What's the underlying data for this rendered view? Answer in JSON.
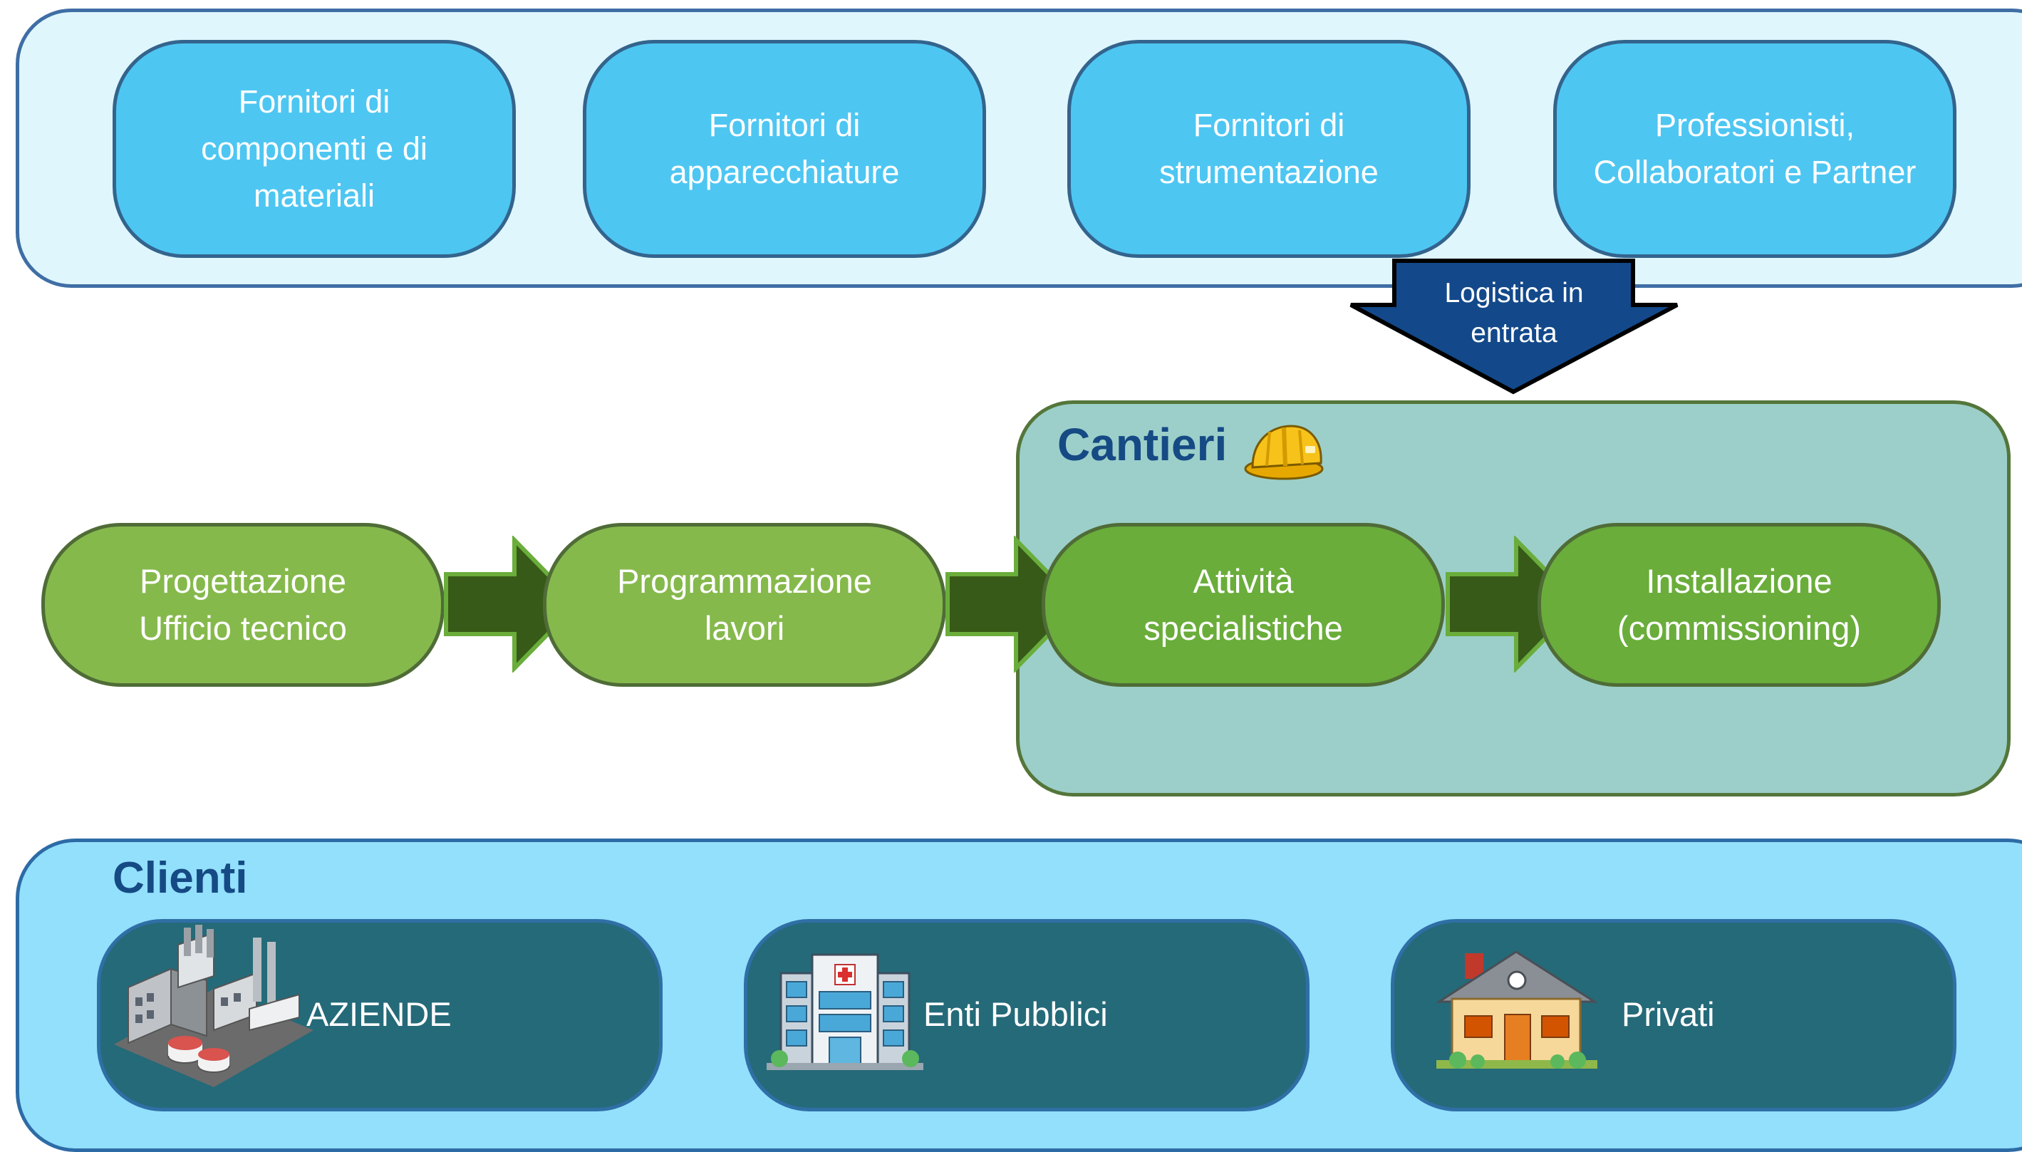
{
  "suppliers": [
    {
      "label": "Fornitori di\ncomponenti e di\nmateriali"
    },
    {
      "label": "Fornitori di\napparecchiature"
    },
    {
      "label": "Fornitori di\nstrumentazione"
    },
    {
      "label": "Professionisti,\nCollaboratori e Partner"
    }
  ],
  "logistics": {
    "label": "Logistica in\nentrata"
  },
  "cantieri": {
    "title": "Cantieri",
    "icon": "hard-hat-icon"
  },
  "process": [
    {
      "label": "Progettazione\nUfficio tecnico"
    },
    {
      "label": "Programmazione\nlavori"
    },
    {
      "label": "Attività\nspecialistiche"
    },
    {
      "label": "Installazione\n(commissioning)"
    }
  ],
  "clients": {
    "title": "Clienti",
    "items": [
      {
        "label": "AZIENDE",
        "icon": "factory-icon"
      },
      {
        "label": "Enti Pubblici",
        "icon": "hospital-icon"
      },
      {
        "label": "Privati",
        "icon": "house-icon"
      }
    ]
  },
  "colors": {
    "supplier_fill": "#4ec6f2",
    "process_light": "#86b94c",
    "process_dark": "#6aad3b",
    "arrow_green": "#375a18",
    "logistics_arrow": "#13498a",
    "client_card": "#256a79",
    "title_blue": "#154a84"
  }
}
